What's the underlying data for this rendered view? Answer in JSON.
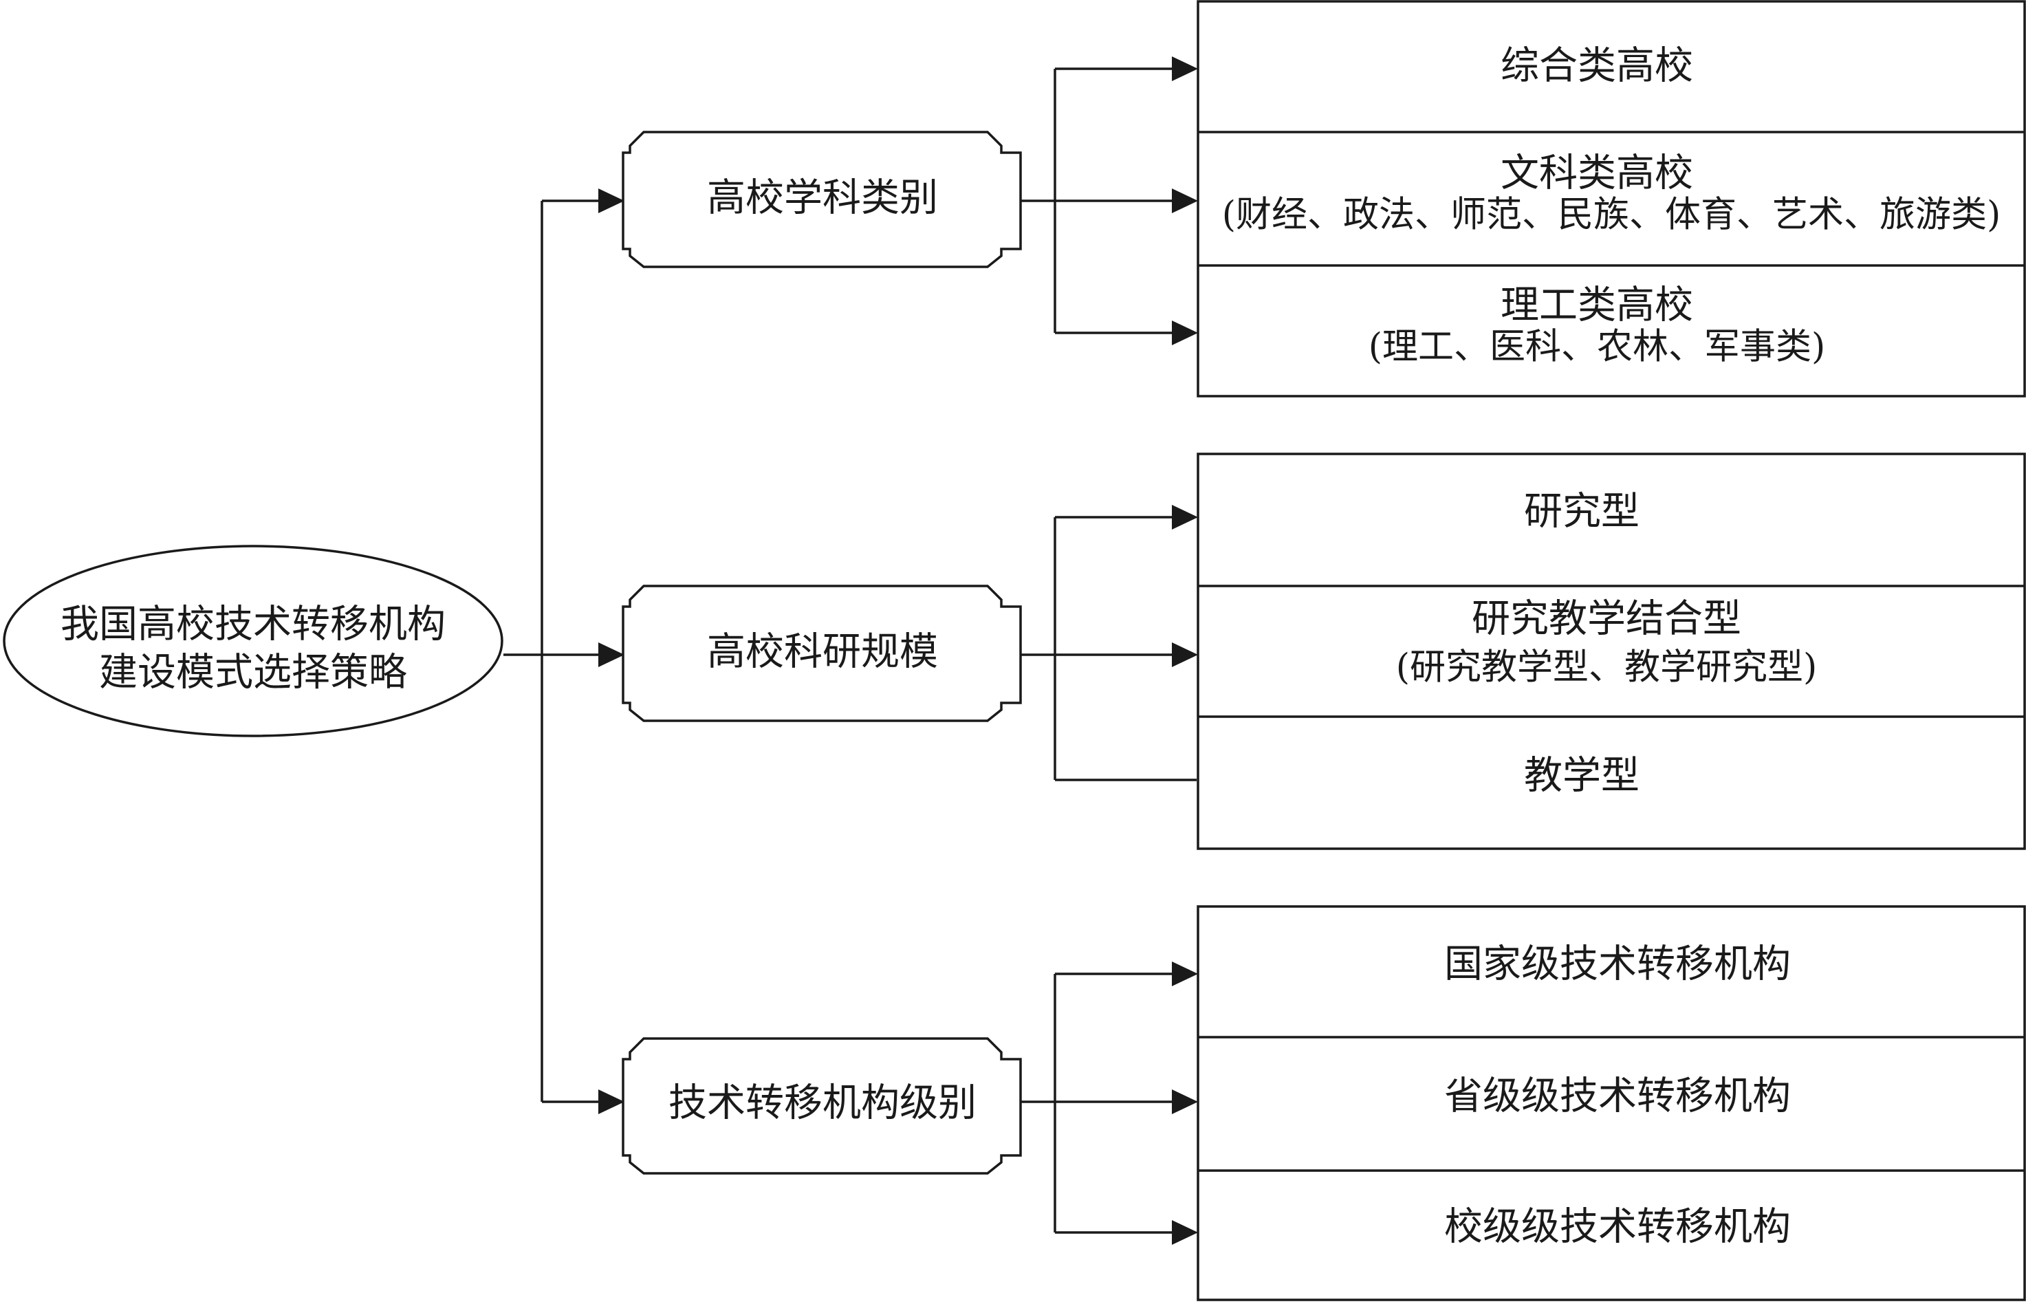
{
  "root": {
    "line1": "我国高校技术转移机构",
    "line2": "建设模式选择策略"
  },
  "categories": [
    {
      "label": "高校学科类别",
      "options": [
        {
          "line1": "综合类高校",
          "line2": ""
        },
        {
          "line1": "文科类高校",
          "line2": "(财经、政法、师范、民族、体育、艺术、旅游类)"
        },
        {
          "line1": "理工类高校",
          "line2": "(理工、医科、农林、军事类)"
        }
      ]
    },
    {
      "label": "高校科研规模",
      "options": [
        {
          "line1": "研究型",
          "line2": ""
        },
        {
          "line1": "研究教学结合型",
          "line2": "(研究教学型、教学研究型)"
        },
        {
          "line1": "教学型",
          "line2": ""
        }
      ]
    },
    {
      "label": "技术转移机构级别",
      "options": [
        {
          "line1": "国家级技术转移机构",
          "line2": ""
        },
        {
          "line1": "省级级技术转移机构",
          "line2": ""
        },
        {
          "line1": "校级级技术转移机构",
          "line2": ""
        }
      ]
    }
  ]
}
